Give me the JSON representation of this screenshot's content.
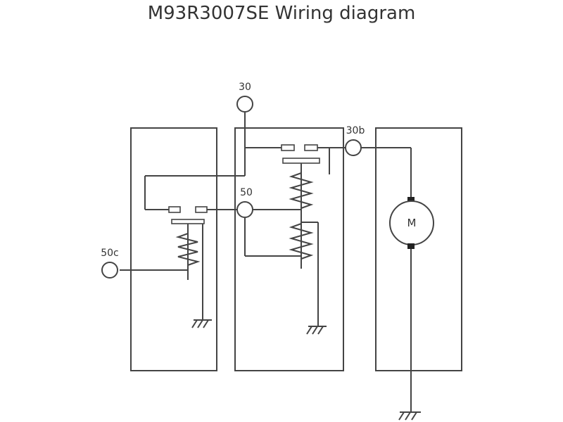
{
  "title": "M93R3007SE Wiring diagram",
  "terminals": {
    "t30": "30",
    "t30b": "30b",
    "t50": "50",
    "t50c": "50c"
  },
  "motor_label": "M"
}
